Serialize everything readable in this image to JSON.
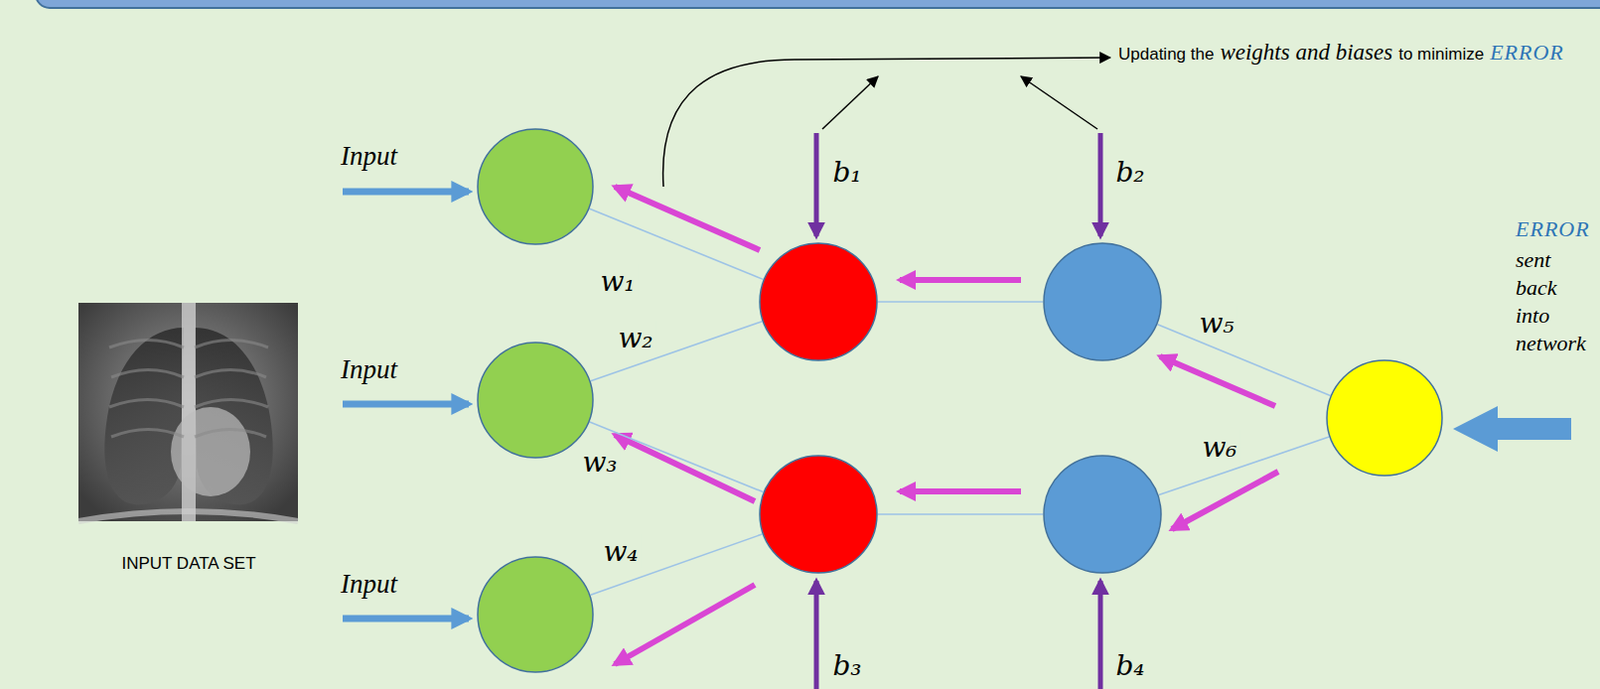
{
  "diagram": {
    "nodes": [
      {
        "text": []
      },
      {
        "text": []
      },
      {
        "text": []
      },
      {
        "text": []
      },
      {
        "text": []
      },
      {
        "text": []
      },
      {
        "text": []
      },
      {
        "text": []
      }
    ],
    "edges": [
      {
        "from": 0,
        "to": 3,
        "arrow": "none",
        "label": "w₁"
      },
      {
        "from": 1,
        "to": 3,
        "arrow": "none",
        "label": "w₂"
      },
      {
        "from": 1,
        "to": 4,
        "arrow": "none",
        "label": "w₃"
      },
      {
        "from": 2,
        "to": 4,
        "arrow": "none",
        "label": "w₄"
      },
      {
        "from": 3,
        "to": 5,
        "arrow": "none"
      },
      {
        "from": 4,
        "to": 6,
        "arrow": "none"
      },
      {
        "from": 5,
        "to": 7,
        "arrow": "none",
        "label": "w₅"
      },
      {
        "from": 6,
        "to": 7,
        "arrow": "none",
        "label": "w₆"
      }
    ],
    "labels": [
      "Updating the",
      "weights and biases",
      "to minimize",
      "ERROR",
      "Input",
      "Input",
      "Input",
      "INPUT DATA SET",
      "b₁",
      "b₂",
      "b₃",
      "b₄",
      "ERROR",
      "sent back into network"
    ]
  }
}
